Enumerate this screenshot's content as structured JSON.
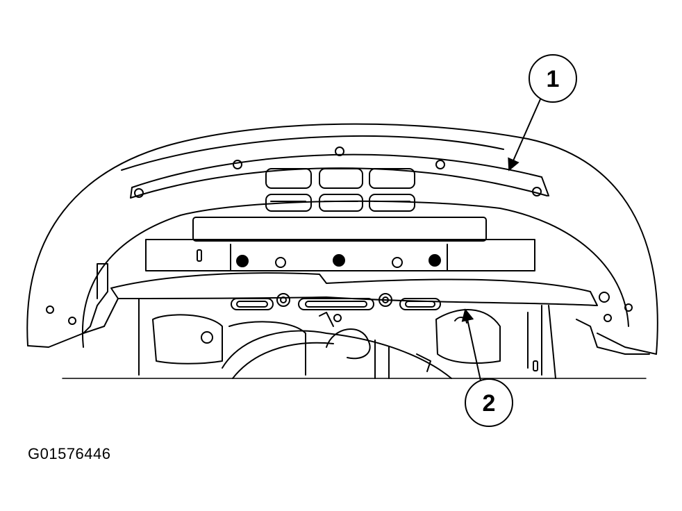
{
  "figure": {
    "id_label": "G01576446"
  },
  "callouts": [
    {
      "number": "1"
    },
    {
      "number": "2"
    }
  ],
  "colors": {
    "line": "#000000",
    "background": "#ffffff"
  }
}
